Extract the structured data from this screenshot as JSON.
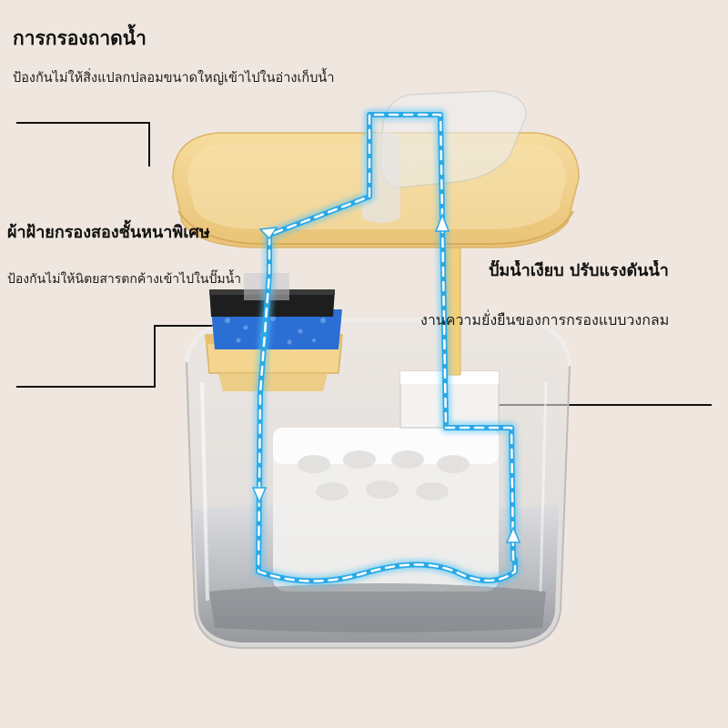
{
  "labels": {
    "tray_title": "การกรองถาดน้ำ",
    "tray_desc": "ป้องกันไม่ให้สิ่งแปลกปลอมขนาดใหญ่เข้าไปในอ่างเก็บน้ำ",
    "filter_title": "ผ้าฝ้ายกรองสองชั้นหนาพิเศษ",
    "filter_desc": "ป้องกันไม่ให้นิตยสารตกค้างเข้าไปในปั๊มน้ำ",
    "pump_title": "ปั๊มน้ำเงียบ ปรับแรงดันน้ำ",
    "pump_desc": "งานความยั่งยืนของการกรองแบบวงกลม"
  },
  "colors": {
    "background": "#efe7df",
    "tray": "#f2d28c",
    "flow": "#2aa9e6",
    "sponge": "#2a6fd6",
    "carbon": "#1f1f1f"
  }
}
